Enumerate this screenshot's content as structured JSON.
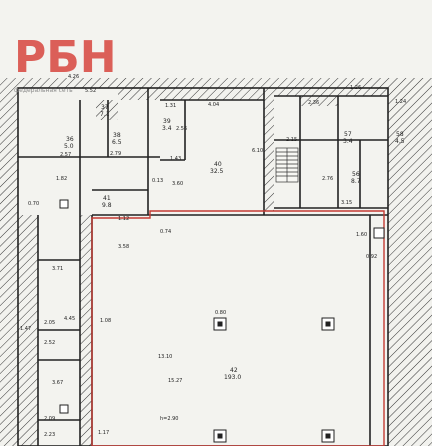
{
  "logo": {
    "text": "РБН",
    "subtitle": "федеральная сеть"
  },
  "rooms": [
    {
      "num": "36",
      "area": "5.0"
    },
    {
      "num": "38",
      "area": "6.5"
    },
    {
      "num": "37",
      "area": "7.1"
    },
    {
      "num": "39",
      "area": "3.4"
    },
    {
      "num": "40",
      "area": "32.5"
    },
    {
      "num": "41",
      "area": "9.8"
    },
    {
      "num": "42",
      "area": "193.0"
    },
    {
      "num": "56",
      "area": "8.7"
    },
    {
      "num": "57",
      "area": "3.4"
    },
    {
      "num": "58",
      "area": "4.5"
    }
  ],
  "dimensions": [
    "4.26",
    "5.52",
    "2.57",
    "2.79",
    "1.31",
    "4.04",
    "6.10",
    "2.56",
    "1.43",
    "3.60",
    "0.13",
    "1.12",
    "3.58",
    "0.74",
    "1.60",
    "0.92",
    "0.80",
    "13.10",
    "15.27",
    "h=2.90",
    "1.17",
    "1.08",
    "3.15",
    "2.76",
    "2.15",
    "1.82",
    "1.47",
    "2.05",
    "2.52",
    "2.09",
    "2.23",
    "3.71",
    "3.67",
    "4.45",
    "0.70",
    "1.24",
    "1.26",
    "2.36"
  ]
}
